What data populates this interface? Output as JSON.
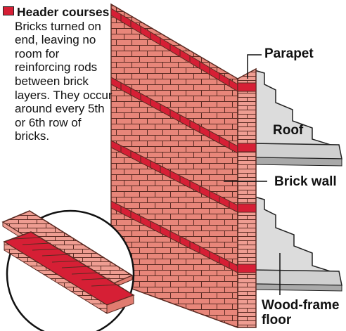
{
  "legend": {
    "title": "Header courses",
    "body": "Bricks turned on end, leaving no room for reinforcing rods between brick layers. They occur around every 5th or 6th row of bricks."
  },
  "labels": {
    "parapet": "Parapet",
    "roof": "Roof",
    "brick_wall": "Brick wall",
    "wood_frame_floor_line1": "Wood-frame",
    "wood_frame_floor_line2": "floor"
  },
  "colors": {
    "brick": "#e8867a",
    "header": "#d61f35",
    "mortar": "#5a2a22",
    "gray": "#d9d9d9"
  }
}
